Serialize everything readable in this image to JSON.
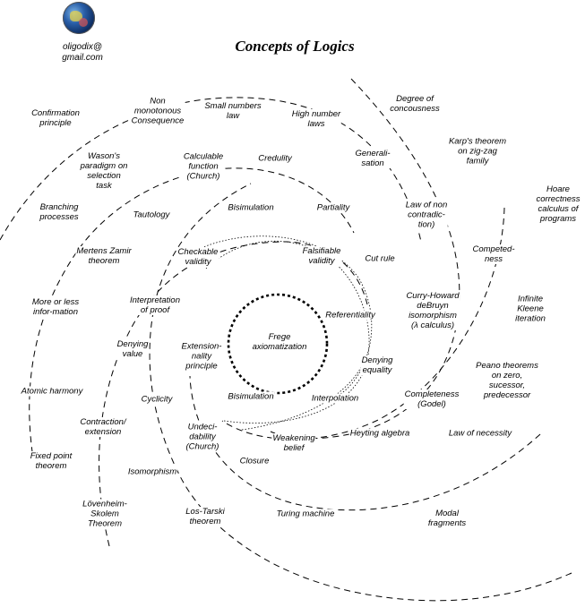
{
  "header": {
    "title": "Concepts of Logics",
    "email": "oligodix@\ngmail.com"
  },
  "center": "Frege\naxiomatization",
  "concepts": [
    {
      "id": "confirmation-principle",
      "text": "Confirmation\nprinciple"
    },
    {
      "id": "non-monotonous-consequence",
      "text": "Non\nmonotonous\nConsequence"
    },
    {
      "id": "small-numbers-law",
      "text": "Small numbers\nlaw"
    },
    {
      "id": "high-number-laws",
      "text": "High number\nlaws"
    },
    {
      "id": "degree-of-concousness",
      "text": "Degree of\nconcousness"
    },
    {
      "id": "karps-theorem",
      "text": "Karp's theorem\non zig-zag\nfamily"
    },
    {
      "id": "wasons-paradigm",
      "text": "Wason's\nparadigm on\nselection\ntask"
    },
    {
      "id": "calculable-function",
      "text": "Calculable\nfunction\n(Church)"
    },
    {
      "id": "credulity",
      "text": "Credulity"
    },
    {
      "id": "generalisation",
      "text": "Generali-\nsation"
    },
    {
      "id": "hoare-correctness",
      "text": "Hoare\ncorrectness\ncalculus of\nprograms"
    },
    {
      "id": "branching-processes",
      "text": "Branching\nprocesses"
    },
    {
      "id": "tautology",
      "text": "Tautology"
    },
    {
      "id": "bisimulation-upper",
      "text": "Bisimulation"
    },
    {
      "id": "partiality",
      "text": "Partiality"
    },
    {
      "id": "law-of-non-contradiction",
      "text": "Law of non\ncontradic-\ntion)"
    },
    {
      "id": "mertens-zamir",
      "text": "Mertens Zamir\ntheorem"
    },
    {
      "id": "checkable-validity",
      "text": "Checkable\nvalidity"
    },
    {
      "id": "falsifiable-validity",
      "text": "Falsifiable\nvalidity"
    },
    {
      "id": "cut-rule",
      "text": "Cut rule"
    },
    {
      "id": "competedness",
      "text": "Competed-\nness"
    },
    {
      "id": "more-or-less-information",
      "text": "More or less\ninfor-mation"
    },
    {
      "id": "interpretation-of-proof",
      "text": "Interpretation\nof proof"
    },
    {
      "id": "referentiality",
      "text": "Referentiality"
    },
    {
      "id": "curry-howard",
      "text": "Curry-Howard\ndeBruyn\nisomorphism\n(λ calculus)"
    },
    {
      "id": "infinite-kleene",
      "text": "Infinite\nKleene\niteration"
    },
    {
      "id": "denying-value",
      "text": "Denying\nvalue"
    },
    {
      "id": "extensionality-principle",
      "text": "Extension-\nnality\nprinciple"
    },
    {
      "id": "denying-equality",
      "text": "Denying\nequality"
    },
    {
      "id": "atomic-harmony",
      "text": "Atomic harmony"
    },
    {
      "id": "cyclicity",
      "text": "Cyclicity"
    },
    {
      "id": "bisimulation-lower",
      "text": "Bisimulation"
    },
    {
      "id": "interpolation",
      "text": "Interpolation"
    },
    {
      "id": "completeness",
      "text": "Completeness\n(Godel)"
    },
    {
      "id": "peano-theorems",
      "text": "Peano theorems\non  zero,\nsucessor,\npredecessor"
    },
    {
      "id": "contraction-extension",
      "text": "Contraction/\nextension"
    },
    {
      "id": "undecidability",
      "text": "Undeci-\ndability\n(Church)"
    },
    {
      "id": "weakening-belief",
      "text": "Weakening\nbelief"
    },
    {
      "id": "heyting-algebra",
      "text": "Heyting algebra"
    },
    {
      "id": "law-of-necessity",
      "text": "Law of necessity"
    },
    {
      "id": "fixed-point-theorem",
      "text": "Fixed point\ntheorem"
    },
    {
      "id": "isomorphism",
      "text": "Isomorphism"
    },
    {
      "id": "closure",
      "text": "Closure"
    },
    {
      "id": "lowenheim-skolem",
      "text": "Lövenheim-\nSkolem\nTheorem"
    },
    {
      "id": "los-tarski",
      "text": "Los-Tarski\ntheorem"
    },
    {
      "id": "turing-machine",
      "text": "Turing machine"
    },
    {
      "id": "modal-fragments",
      "text": "Modal\nfragments"
    }
  ]
}
